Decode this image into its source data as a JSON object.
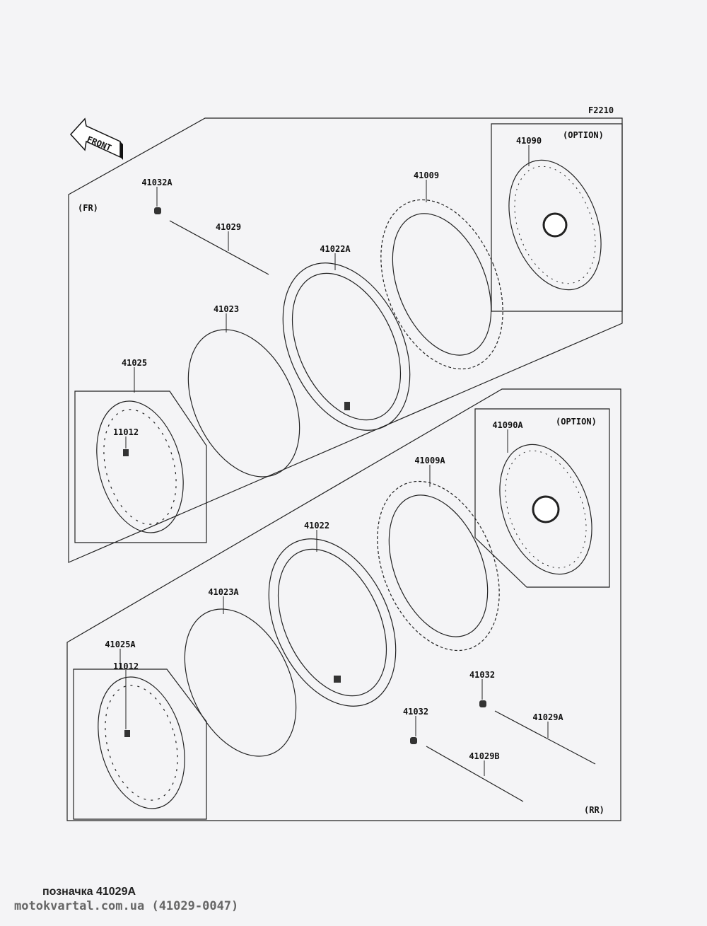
{
  "diagram": {
    "figure_code": "F2210",
    "front_arrow": "FRONT",
    "front_section": "(FR)",
    "rear_section": "(RR)",
    "option": "(OPTION)",
    "labels": {
      "l41090": "41090",
      "l41032A": "41032A",
      "l41029": "41029",
      "l41009": "41009",
      "l41022A": "41022A",
      "l41023": "41023",
      "l41025": "41025",
      "l11012a": "11012",
      "l41090A": "41090A",
      "l41009A": "41009A",
      "l41022": "41022",
      "l41023A": "41023A",
      "l41025A": "41025A",
      "l11012b": "11012",
      "l41032a": "41032",
      "l41032b": "41032",
      "l41029A": "41029A",
      "l41029B": "41029B"
    }
  },
  "footer": {
    "caption": "позначка 41029A",
    "site": "motokvartal.com.ua (41029-0047)"
  }
}
